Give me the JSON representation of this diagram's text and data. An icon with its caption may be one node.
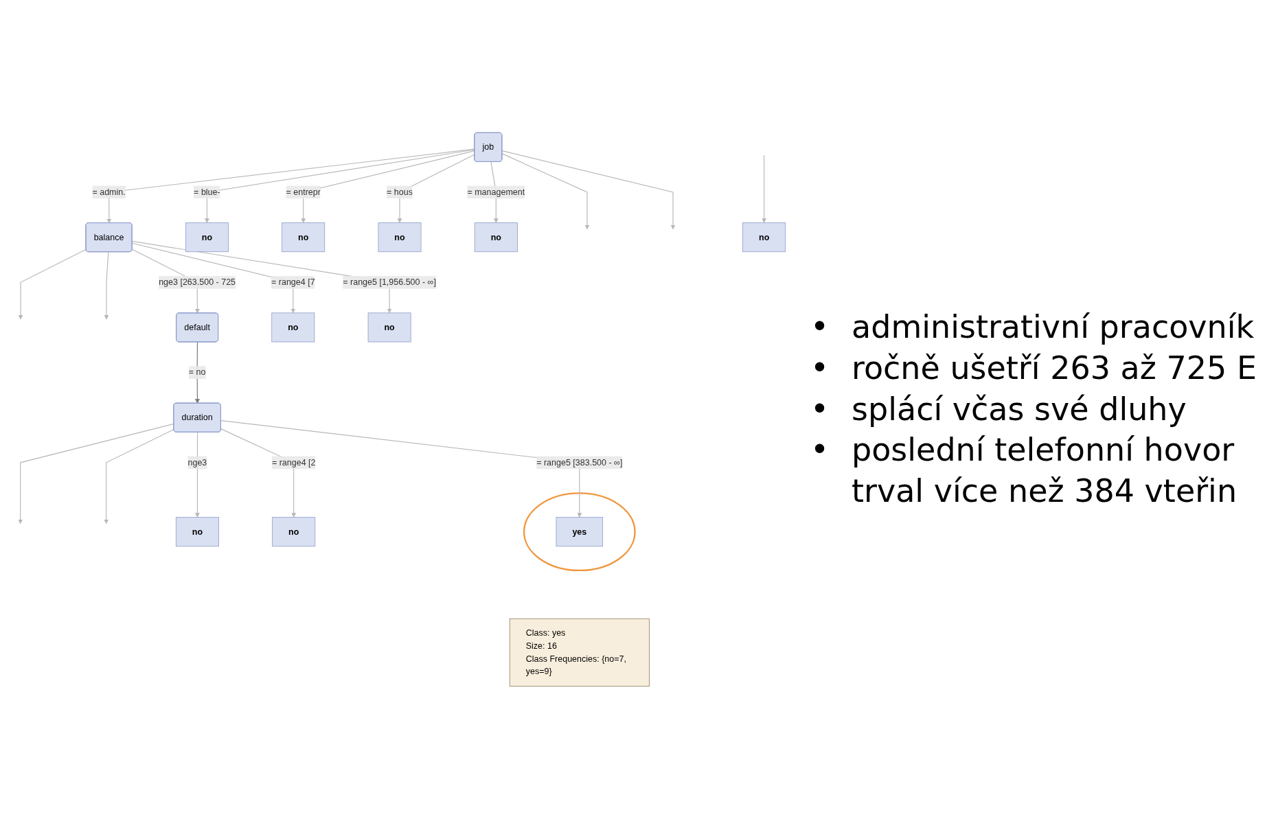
{
  "diagram": {
    "nodes": [
      {
        "text": [
          "job"
        ]
      },
      {
        "text": [
          "balance"
        ]
      },
      {
        "text": [
          "no"
        ]
      },
      {
        "text": [
          "no"
        ]
      },
      {
        "text": [
          "no"
        ]
      },
      {
        "text": [
          "no"
        ]
      },
      {
        "text": [
          "default"
        ]
      },
      {
        "text": [
          "no"
        ]
      },
      {
        "text": [
          "no"
        ]
      },
      {
        "text": [
          "no"
        ]
      },
      {
        "text": [
          "duration"
        ]
      },
      {
        "text": [
          "no"
        ]
      },
      {
        "text": [
          "no"
        ]
      },
      {
        "text": [],
        "shape": "ellipse"
      },
      {
        "text": [
          "yes"
        ],
        "in": 13
      },
      {
        "text": [
          "Class: yes",
          "Size: 16",
          "Class Frequencies: {no=7, yes=9}"
        ]
      }
    ],
    "edges": [
      {
        "from": 0,
        "to": 1,
        "arrow": "to",
        "label": "= admin."
      },
      {
        "from": 0,
        "to": 2,
        "arrow": "to",
        "label": "= blue-"
      },
      {
        "from": 0,
        "to": 3,
        "arrow": "to",
        "label": "= entrepr"
      },
      {
        "from": 0,
        "to": 4,
        "arrow": "to",
        "label": "= hous"
      },
      {
        "from": 0,
        "to": 5,
        "arrow": "to",
        "label": "= management"
      },
      {
        "from": 0,
        "to": null,
        "arrow": "to"
      },
      {
        "from": 0,
        "to": null,
        "arrow": "to"
      },
      {
        "from": null,
        "to": 9,
        "arrow": "to"
      },
      {
        "from": 1,
        "to": null,
        "arrow": "to"
      },
      {
        "from": 1,
        "to": null,
        "arrow": "to"
      },
      {
        "from": 1,
        "to": 6,
        "arrow": "to",
        "label": "nge3 [263.500 - 725"
      },
      {
        "from": 1,
        "to": 7,
        "arrow": "to",
        "label": "= range4 [7"
      },
      {
        "from": 1,
        "to": 8,
        "arrow": "to",
        "label": "= range5 [1,956.500 - ∞]"
      },
      {
        "from": 6,
        "to": 10,
        "arrow": "to",
        "label": "= no",
        "color": "#777777"
      },
      {
        "from": 10,
        "to": null,
        "arrow": "to"
      },
      {
        "from": 10,
        "to": null,
        "arrow": "to"
      },
      {
        "from": 10,
        "to": 11,
        "arrow": "to",
        "label": "nge3"
      },
      {
        "from": 10,
        "to": 12,
        "arrow": "to",
        "label": "= range4 [2"
      },
      {
        "from": 10,
        "to": 14,
        "arrow": "to",
        "label": "= range5 [383.500 - ∞]"
      }
    ],
    "labels": [
      "•",
      "administrativní pracovník",
      "•",
      "ročně ušetří 263 až 725 E",
      "•",
      "splácí včas své dluhy",
      "•",
      "poslední telefonní hovor trval více než 384 vteřin"
    ]
  }
}
